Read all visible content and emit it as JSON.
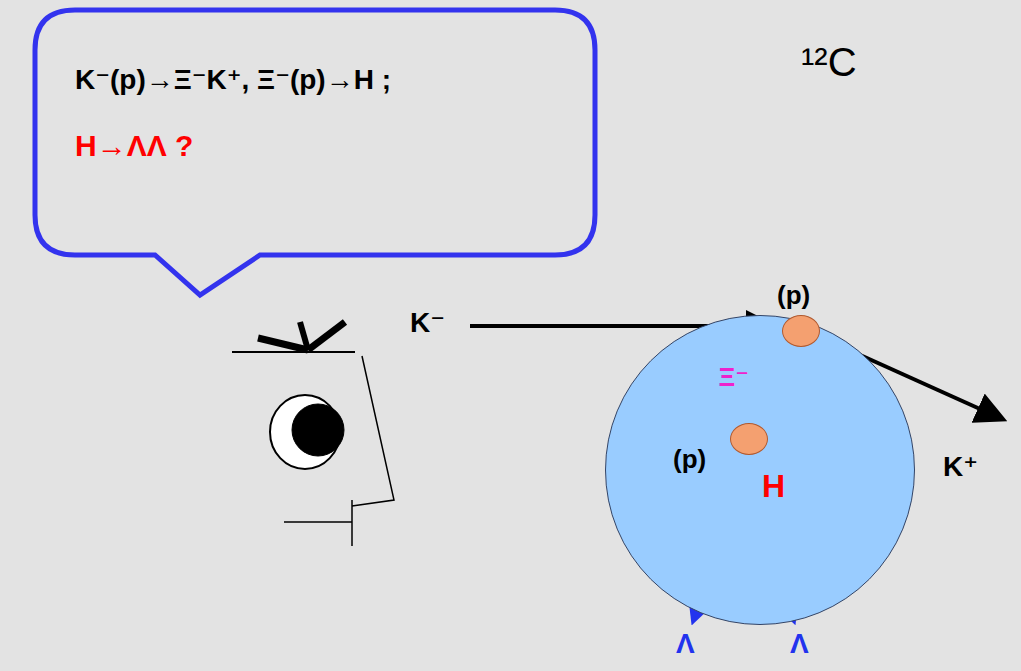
{
  "diagram": {
    "nodes": [
      {
        "text": [
          "K⁻(p)→Ξ⁻K⁺, Ξ⁻(p)→H ;",
          "H→ΛΛ ?"
        ]
      },
      {
        "text": [
          "¹²C"
        ]
      },
      {
        "text": [
          "(p)"
        ],
        "in": 1
      },
      {
        "text": [
          "(p)"
        ],
        "in": 1
      }
    ],
    "edges": [
      {
        "from": 2,
        "to": 3,
        "arrow": "to",
        "label": "Ξ⁻"
      }
    ],
    "labels": [
      "K⁻",
      "K⁺",
      "H",
      "Λ",
      "Λ"
    ]
  }
}
